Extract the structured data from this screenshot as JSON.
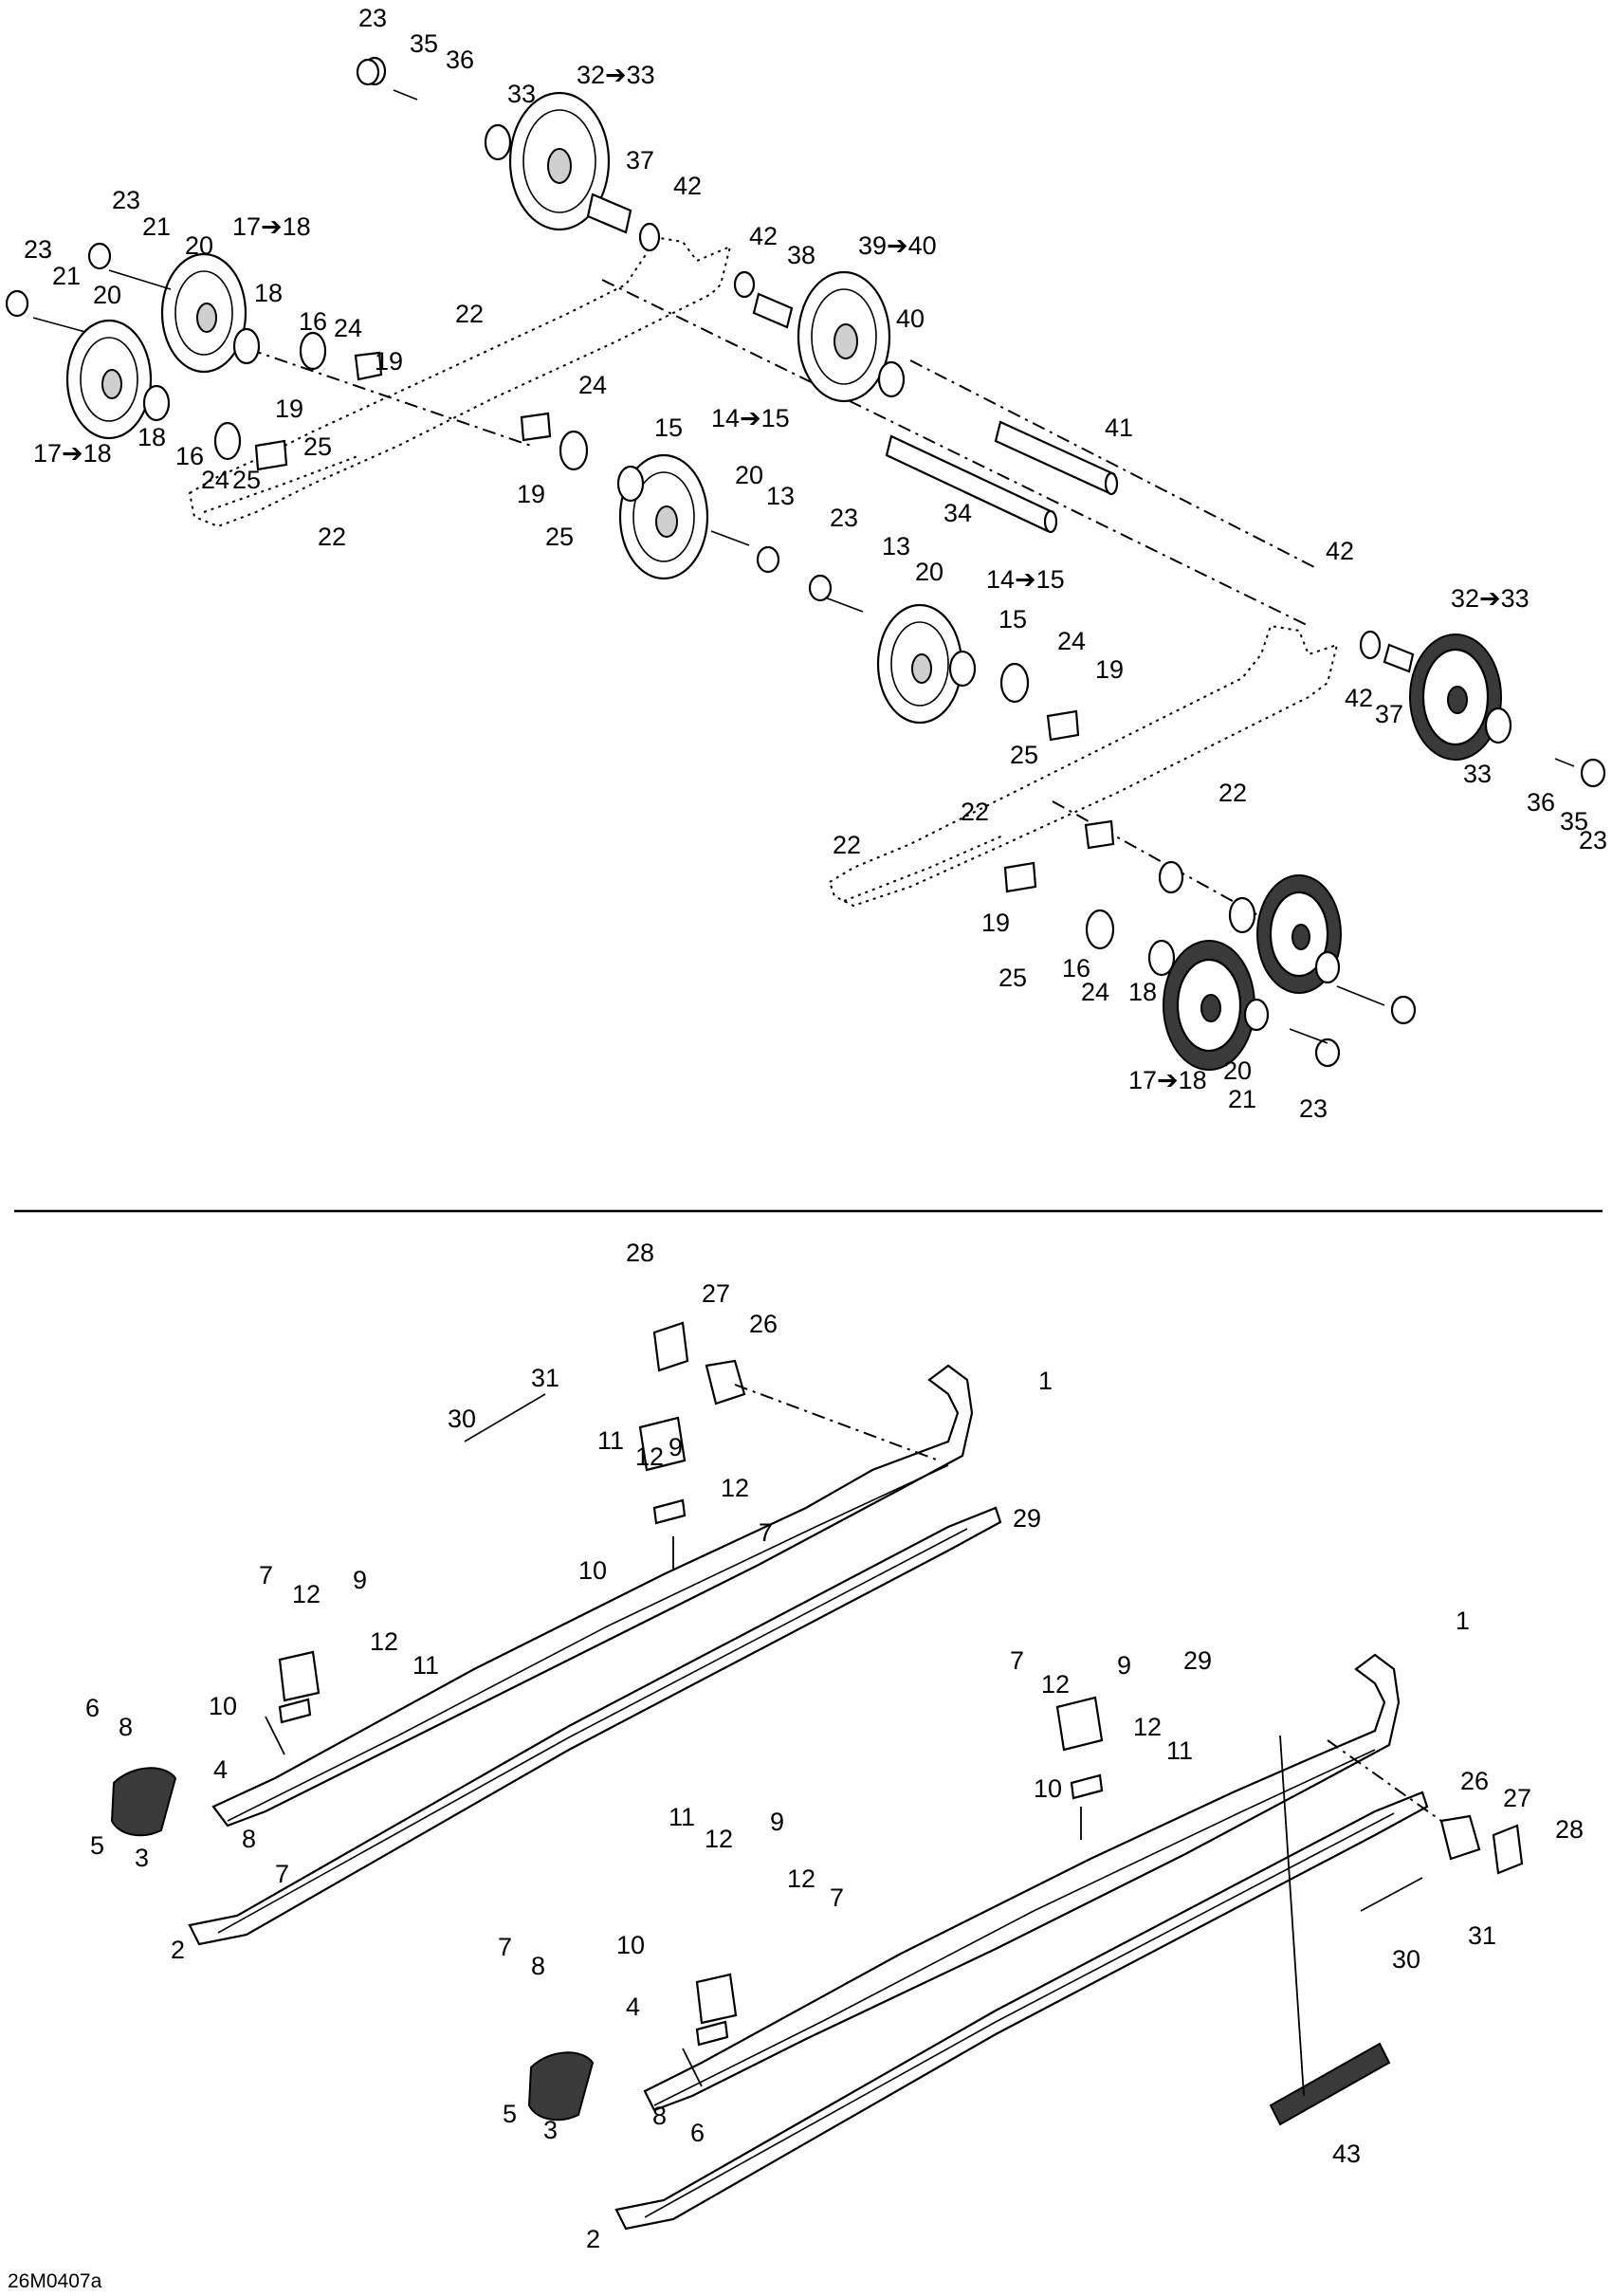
{
  "figure_code": "26M0407a",
  "callouts": [
    {
      "id": "c01",
      "label": "23"
    },
    {
      "id": "c02",
      "label": "35"
    },
    {
      "id": "c03",
      "label": "36"
    },
    {
      "id": "c04",
      "label": "33"
    },
    {
      "id": "c05",
      "label": "32➔33"
    },
    {
      "id": "c06",
      "label": "37"
    },
    {
      "id": "c07",
      "label": "42"
    },
    {
      "id": "c08",
      "label": "23"
    },
    {
      "id": "c09",
      "label": "21"
    },
    {
      "id": "c10",
      "label": "20"
    },
    {
      "id": "c11",
      "label": "17➔18"
    },
    {
      "id": "c12",
      "label": "23"
    },
    {
      "id": "c13",
      "label": "21"
    },
    {
      "id": "c14",
      "label": "20"
    },
    {
      "id": "c15",
      "label": "18"
    },
    {
      "id": "c16",
      "label": "16"
    },
    {
      "id": "c17",
      "label": "24"
    },
    {
      "id": "c18",
      "label": "22"
    },
    {
      "id": "c19",
      "label": "42"
    },
    {
      "id": "c20",
      "label": "38"
    },
    {
      "id": "c21",
      "label": "39➔40"
    },
    {
      "id": "c22",
      "label": "40"
    },
    {
      "id": "c23",
      "label": "19"
    },
    {
      "id": "c24",
      "label": "24"
    },
    {
      "id": "c25",
      "label": "17➔18"
    },
    {
      "id": "c26",
      "label": "18"
    },
    {
      "id": "c27",
      "label": "16"
    },
    {
      "id": "c28",
      "label": "19"
    },
    {
      "id": "c29",
      "label": "25"
    },
    {
      "id": "c30",
      "label": "24"
    },
    {
      "id": "c31",
      "label": "25"
    },
    {
      "id": "c32",
      "label": "15"
    },
    {
      "id": "c33",
      "label": "14➔15"
    },
    {
      "id": "c34",
      "label": "41"
    },
    {
      "id": "c35",
      "label": "22"
    },
    {
      "id": "c36",
      "label": "19"
    },
    {
      "id": "c37",
      "label": "25"
    },
    {
      "id": "c38",
      "label": "20"
    },
    {
      "id": "c39",
      "label": "13"
    },
    {
      "id": "c40",
      "label": "34"
    },
    {
      "id": "c41",
      "label": "23"
    },
    {
      "id": "c42",
      "label": "13"
    },
    {
      "id": "c43",
      "label": "20"
    },
    {
      "id": "c44",
      "label": "14➔15"
    },
    {
      "id": "c45",
      "label": "15"
    },
    {
      "id": "c46",
      "label": "42"
    },
    {
      "id": "c47",
      "label": "32➔33"
    },
    {
      "id": "c48",
      "label": "24"
    },
    {
      "id": "c49",
      "label": "19"
    },
    {
      "id": "c50",
      "label": "42"
    },
    {
      "id": "c51",
      "label": "37"
    },
    {
      "id": "c52",
      "label": "25"
    },
    {
      "id": "c53",
      "label": "33"
    },
    {
      "id": "c54",
      "label": "36"
    },
    {
      "id": "c55",
      "label": "35"
    },
    {
      "id": "c56",
      "label": "23"
    },
    {
      "id": "c57",
      "label": "22"
    },
    {
      "id": "c58",
      "label": "22"
    },
    {
      "id": "c59",
      "label": "22"
    },
    {
      "id": "c60",
      "label": "19"
    },
    {
      "id": "c61",
      "label": "25"
    },
    {
      "id": "c62",
      "label": "16"
    },
    {
      "id": "c63",
      "label": "24"
    },
    {
      "id": "c64",
      "label": "18"
    },
    {
      "id": "c65",
      "label": "17➔18"
    },
    {
      "id": "c66",
      "label": "20"
    },
    {
      "id": "c67",
      "label": "21"
    },
    {
      "id": "c68",
      "label": "23"
    },
    {
      "id": "d01",
      "label": "28"
    },
    {
      "id": "d02",
      "label": "27"
    },
    {
      "id": "d03",
      "label": "26"
    },
    {
      "id": "d04",
      "label": "31"
    },
    {
      "id": "d05",
      "label": "1"
    },
    {
      "id": "d06",
      "label": "30"
    },
    {
      "id": "d07",
      "label": "11"
    },
    {
      "id": "d08",
      "label": "12"
    },
    {
      "id": "d09",
      "label": "9"
    },
    {
      "id": "d10",
      "label": "12"
    },
    {
      "id": "d11",
      "label": "29"
    },
    {
      "id": "d12",
      "label": "7"
    },
    {
      "id": "d13",
      "label": "10"
    },
    {
      "id": "d14",
      "label": "7"
    },
    {
      "id": "d15",
      "label": "12"
    },
    {
      "id": "d16",
      "label": "9"
    },
    {
      "id": "d17",
      "label": "12"
    },
    {
      "id": "d18",
      "label": "11"
    },
    {
      "id": "d19",
      "label": "10"
    },
    {
      "id": "d20",
      "label": "6"
    },
    {
      "id": "d21",
      "label": "8"
    },
    {
      "id": "d22",
      "label": "4"
    },
    {
      "id": "d23",
      "label": "5"
    },
    {
      "id": "d24",
      "label": "3"
    },
    {
      "id": "d25",
      "label": "8"
    },
    {
      "id": "d26",
      "label": "7"
    },
    {
      "id": "d27",
      "label": "2"
    },
    {
      "id": "d28",
      "label": "1"
    },
    {
      "id": "d29",
      "label": "29"
    },
    {
      "id": "d30",
      "label": "7"
    },
    {
      "id": "d31",
      "label": "12"
    },
    {
      "id": "d32",
      "label": "9"
    },
    {
      "id": "d33",
      "label": "12"
    },
    {
      "id": "d34",
      "label": "11"
    },
    {
      "id": "d35",
      "label": "10"
    },
    {
      "id": "d36",
      "label": "26"
    },
    {
      "id": "d37",
      "label": "27"
    },
    {
      "id": "d38",
      "label": "28"
    },
    {
      "id": "d39",
      "label": "11"
    },
    {
      "id": "d40",
      "label": "12"
    },
    {
      "id": "d41",
      "label": "9"
    },
    {
      "id": "d42",
      "label": "12"
    },
    {
      "id": "d43",
      "label": "7"
    },
    {
      "id": "d44",
      "label": "10"
    },
    {
      "id": "d45",
      "label": "31"
    },
    {
      "id": "d46",
      "label": "30"
    },
    {
      "id": "d47",
      "label": "7"
    },
    {
      "id": "d48",
      "label": "8"
    },
    {
      "id": "d49",
      "label": "4"
    },
    {
      "id": "d50",
      "label": "5"
    },
    {
      "id": "d51",
      "label": "3"
    },
    {
      "id": "d52",
      "label": "8"
    },
    {
      "id": "d53",
      "label": "6"
    },
    {
      "id": "d54",
      "label": "2"
    },
    {
      "id": "d55",
      "label": "43"
    }
  ]
}
